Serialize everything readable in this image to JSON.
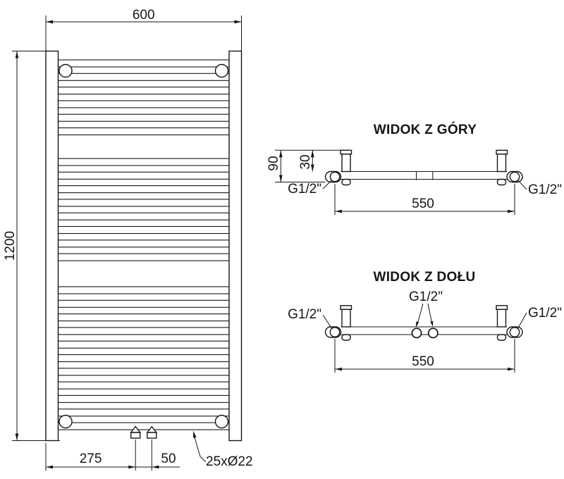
{
  "drawing": {
    "front_view": {
      "width_label": "600",
      "height_label": "1200",
      "offset_label": "275",
      "valve_spacing_label": "50",
      "tube_note": "25xØ22",
      "tube_groups": [
        6,
        8,
        11
      ],
      "tube_count": 25
    },
    "top_view": {
      "title": "WIDOK Z GÓRY",
      "depth_label": "90",
      "wall_offset_label": "30",
      "connection_spacing_label": "550",
      "conn_left": "G1/2\"",
      "conn_right": "G1/2\""
    },
    "bottom_view": {
      "title": "WIDOK Z DOŁU",
      "connection_spacing_label": "550",
      "conn_left": "G1/2\"",
      "conn_center": "G1/2\"",
      "conn_right": "G1/2\""
    },
    "line_color": "#161616",
    "background_color": "#ffffff"
  }
}
